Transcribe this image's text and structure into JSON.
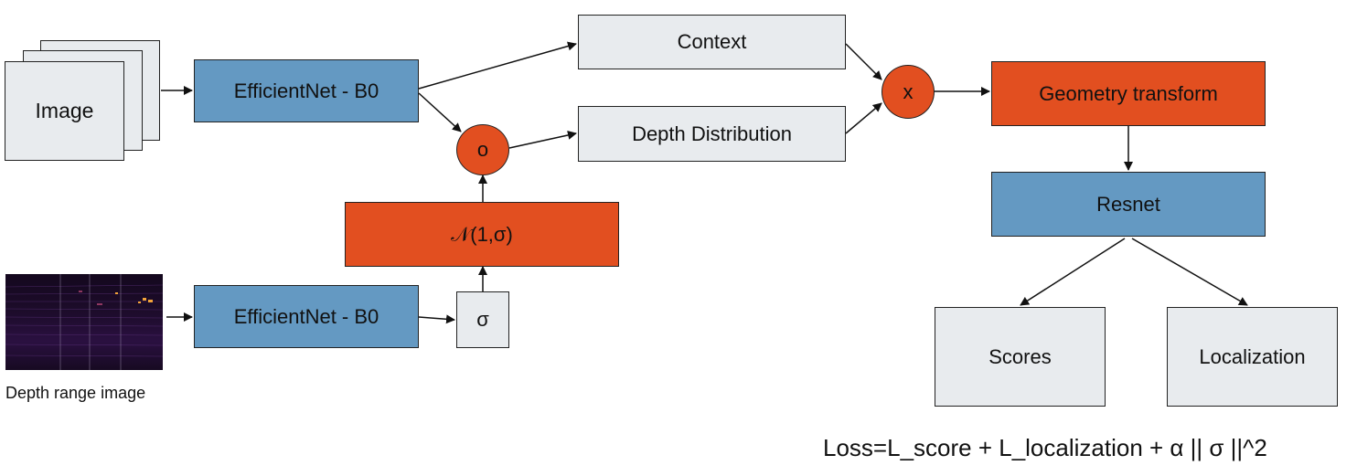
{
  "nodes": {
    "image": "Image",
    "efficientnet_top": "EfficientNet - B0",
    "efficientnet_bottom": "EfficientNet - B0",
    "context": "Context",
    "depth_distribution": "Depth Distribution",
    "normal": "𝒩(1,σ)",
    "sigma": "σ",
    "combine_o": "o",
    "multiply_x": "x",
    "geometry_transform": "Geometry transform",
    "resnet": "Resnet",
    "scores": "Scores",
    "localization": "Localization"
  },
  "captions": {
    "depth_range_image": "Depth range image",
    "loss": "Loss=L_score + L_localization + α || σ ||^2"
  },
  "colors": {
    "blue": "#6499c2",
    "orange": "#e24f20",
    "gray": "#e8ebee"
  }
}
